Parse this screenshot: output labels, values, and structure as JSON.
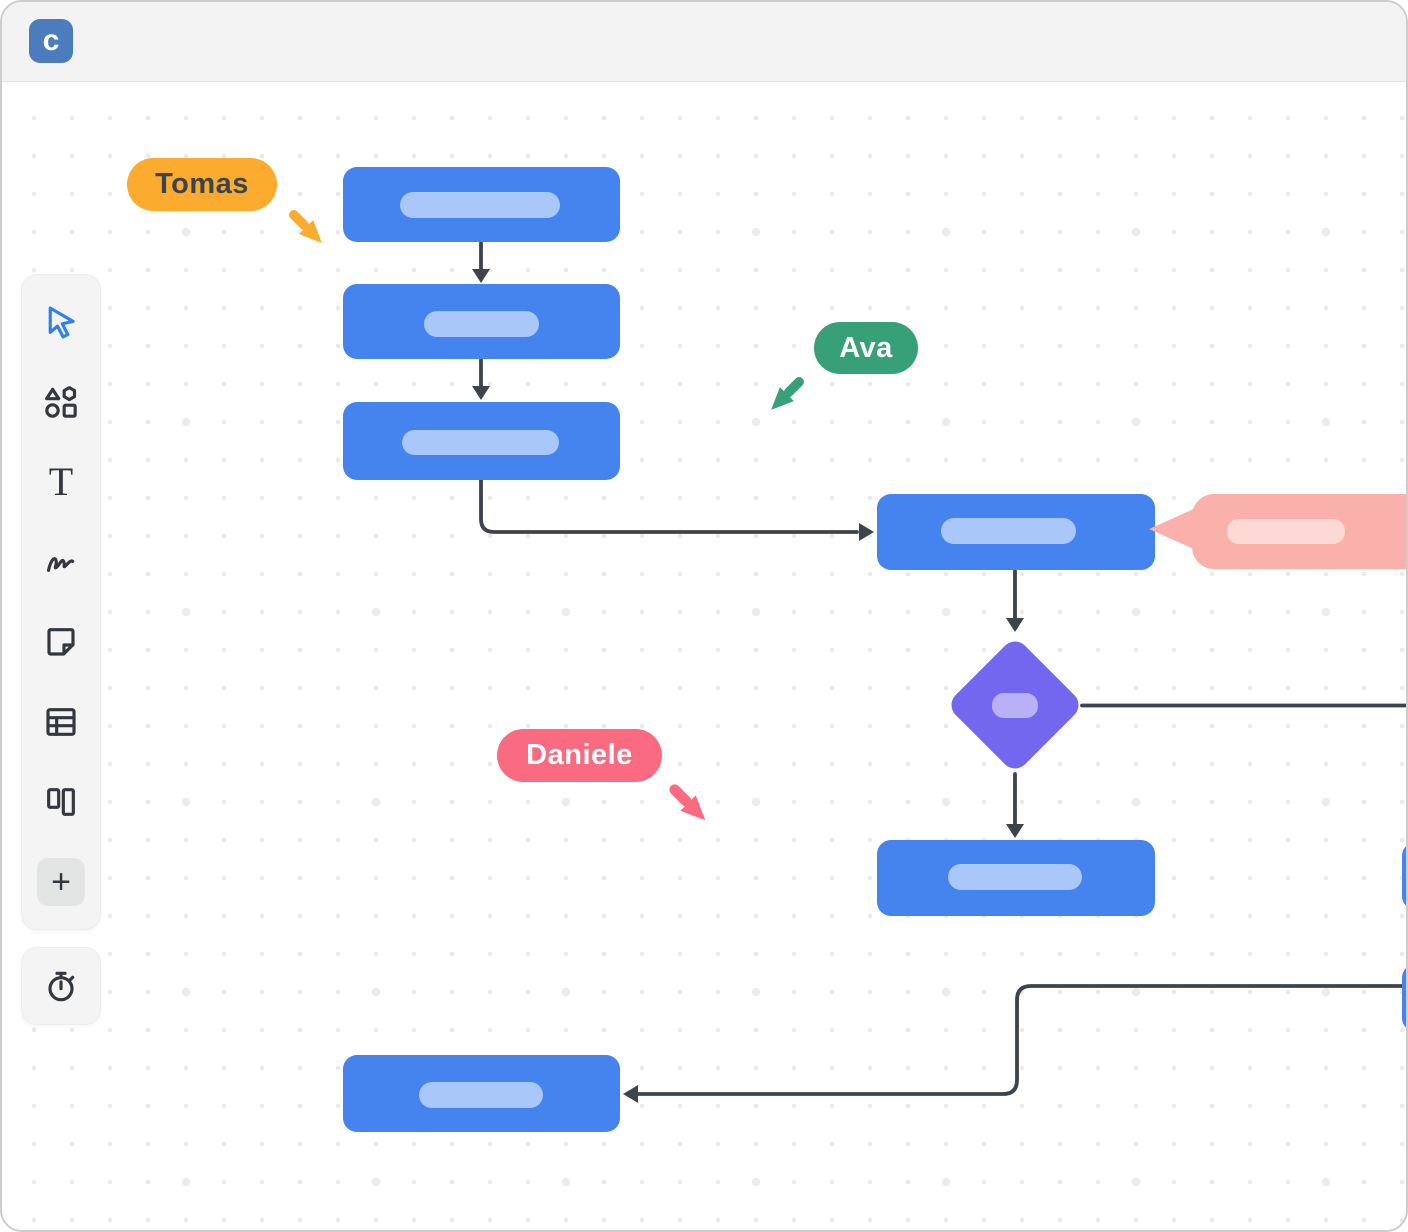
{
  "app": {
    "logo_letter": "c",
    "kind": "collaborative-whiteboard"
  },
  "toolbar": {
    "tools": [
      {
        "id": "select",
        "icon": "cursor-icon",
        "active": true
      },
      {
        "id": "shapes",
        "icon": "shapes-icon",
        "active": false
      },
      {
        "id": "text",
        "icon": "text-icon",
        "glyph": "T",
        "active": false
      },
      {
        "id": "draw",
        "icon": "scribble-icon",
        "active": false
      },
      {
        "id": "sticky-note",
        "icon": "sticky-note-icon",
        "active": false
      },
      {
        "id": "table",
        "icon": "table-icon",
        "active": false
      },
      {
        "id": "kanban",
        "icon": "kanban-icon",
        "active": false
      },
      {
        "id": "add-more",
        "icon": "plus-icon",
        "glyph": "+",
        "active": false
      }
    ],
    "timer": {
      "id": "timer",
      "icon": "stopwatch-icon"
    }
  },
  "collaborators": [
    {
      "name": "Tomas",
      "color": "#fbab2d",
      "text_color": "#3d434e",
      "cursor_direction": "down-right"
    },
    {
      "name": "Ava",
      "color": "#38a077",
      "text_color": "#ffffff",
      "cursor_direction": "down-left"
    },
    {
      "name": "Daniele",
      "color": "#fa6a81",
      "text_color": "#ffffff",
      "cursor_direction": "down-right"
    }
  ],
  "flowchart": {
    "nodes": [
      {
        "id": "n1",
        "kind": "process",
        "fill": "#4584ee",
        "placeholder": true
      },
      {
        "id": "n2",
        "kind": "process",
        "fill": "#4584ee",
        "placeholder": true
      },
      {
        "id": "n3",
        "kind": "process",
        "fill": "#4584ee",
        "placeholder": true
      },
      {
        "id": "n4",
        "kind": "process",
        "fill": "#4584ee",
        "placeholder": true
      },
      {
        "id": "n5",
        "kind": "decision",
        "fill": "#7367f0",
        "placeholder": true
      },
      {
        "id": "n6",
        "kind": "process",
        "fill": "#4584ee",
        "placeholder": true
      },
      {
        "id": "n7",
        "kind": "process",
        "fill": "#4584ee",
        "placeholder": true
      },
      {
        "id": "n8",
        "kind": "process-offscreen",
        "fill": "#4584ee"
      },
      {
        "id": "n9",
        "kind": "process-offscreen",
        "fill": "#4584ee"
      }
    ],
    "connectors": [
      {
        "from": "n1",
        "to": "n2",
        "arrow": true
      },
      {
        "from": "n2",
        "to": "n3",
        "arrow": true
      },
      {
        "from": "n3",
        "to": "n4",
        "arrow": true
      },
      {
        "from": "n4",
        "to": "n5",
        "arrow": true
      },
      {
        "from": "n5",
        "to": "offscreen-right",
        "arrow": false
      },
      {
        "from": "n5",
        "to": "n6",
        "arrow": true
      },
      {
        "from": "n9",
        "to": "n7",
        "arrow": true
      }
    ],
    "comment": {
      "kind": "callout",
      "fill": "#fbb1ab",
      "attached_to": "n4",
      "placeholder": true
    }
  },
  "colors": {
    "node_blue": "#4584ee",
    "node_blue_placeholder": "#a9c7f8",
    "decision_purple": "#7367f0",
    "decision_placeholder": "#b9b1f8",
    "callout_pink": "#fbb1ab",
    "callout_placeholder": "#fdd9d5",
    "connector": "#3e444c",
    "active_tool_blue": "#2e7ff0",
    "topbar_bg": "#f2f3f2",
    "toolbar_bg": "#f4f4f4"
  }
}
